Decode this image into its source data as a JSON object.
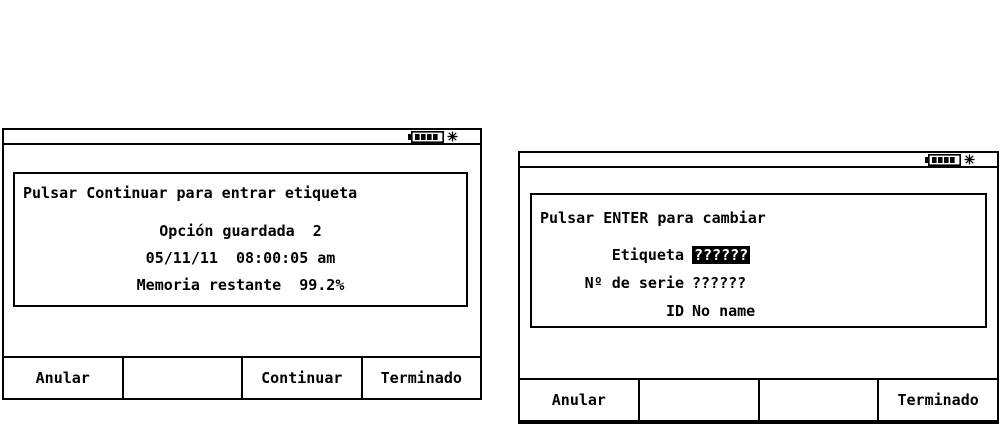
{
  "colors": {
    "foreground": "#000000",
    "background": "#ffffff",
    "highlight_bg": "#000000",
    "highlight_text": "#ffffff"
  },
  "screens": {
    "left": {
      "statusbar": {
        "battery_icon": "battery-4-bars",
        "backlight_icon": "sparkle-asterisk"
      },
      "message": {
        "heading": "Pulsar Continuar para entrar etiqueta",
        "lines": [
          "Opción guardada  2",
          "05/11/11  08:00:05 am",
          "Memoria restante  99.2%"
        ]
      },
      "softkeys": [
        "Anular",
        "",
        "Continuar",
        "Terminado"
      ]
    },
    "right": {
      "statusbar": {
        "battery_icon": "battery-4-bars",
        "backlight_icon": "sparkle-asterisk"
      },
      "message": {
        "heading": "Pulsar ENTER para cambiar",
        "fields": [
          {
            "label": "Etiqueta",
            "value": "??????",
            "highlighted": true
          },
          {
            "label": "Nº de serie",
            "value": "??????",
            "highlighted": false
          },
          {
            "label": "ID",
            "value": "No name",
            "highlighted": false
          }
        ]
      },
      "softkeys": [
        "Anular",
        "",
        "",
        "Terminado"
      ]
    }
  }
}
